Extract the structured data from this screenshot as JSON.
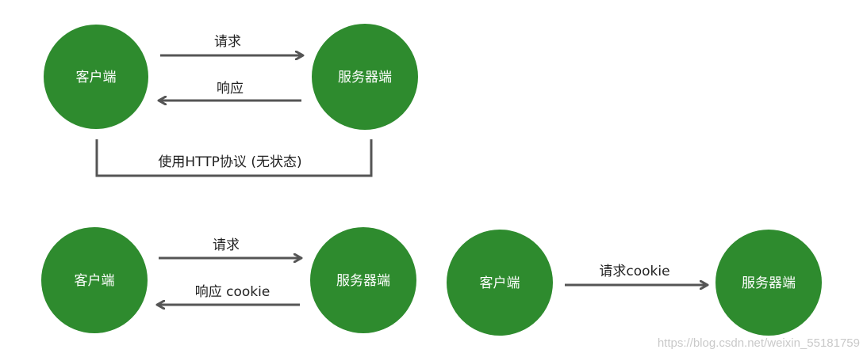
{
  "diagram1": {
    "client": "客户端",
    "server": "服务器端",
    "request": "请求",
    "response": "响应",
    "protocol": "使用HTTP协议 (无状态)"
  },
  "diagram2": {
    "client": "客户端",
    "server": "服务器端",
    "request": "请求",
    "response": "响应 cookie"
  },
  "diagram3": {
    "client": "客户端",
    "server": "服务器端",
    "request": "请求cookie"
  },
  "watermark": "https://blog.csdn.net/weixin_55181759",
  "colors": {
    "node_fill": "#2e8b2e",
    "arrow": "#555555",
    "text": "#222222"
  }
}
